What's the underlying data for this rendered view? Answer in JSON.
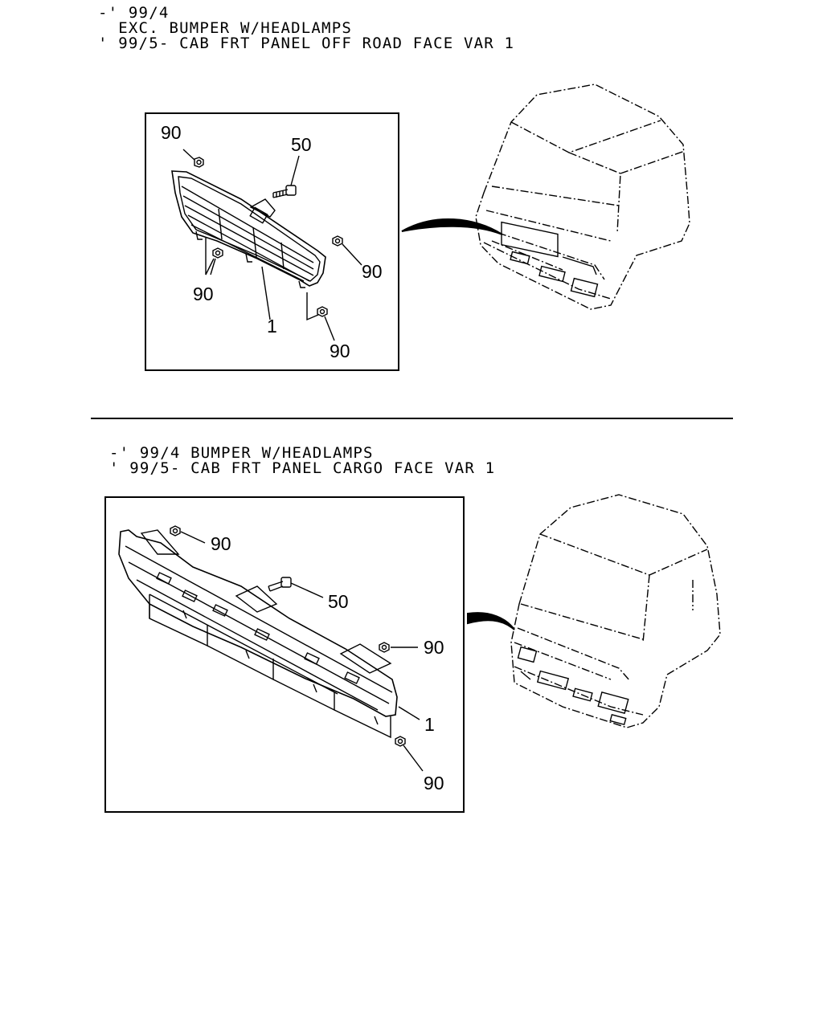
{
  "section1": {
    "header_lines": [
      "-' 99/4",
      "  EXC. BUMPER W/HEADLAMPS",
      "' 99/5- CAB FRT PANEL OFF ROAD FACE VAR 1"
    ],
    "callouts": {
      "nut_top": "90",
      "bolt": "50",
      "nut_right": "90",
      "nut_left": "90",
      "grille": "1",
      "nut_bottom": "90"
    }
  },
  "section2": {
    "header_lines": [
      "-' 99/4 BUMPER W/HEADLAMPS",
      "' 99/5- CAB FRT PANEL CARGO FACE VAR 1"
    ],
    "callouts": {
      "nut_top": "90",
      "bolt": "50",
      "nut_right": "90",
      "grille": "1",
      "nut_bottom": "90"
    }
  }
}
